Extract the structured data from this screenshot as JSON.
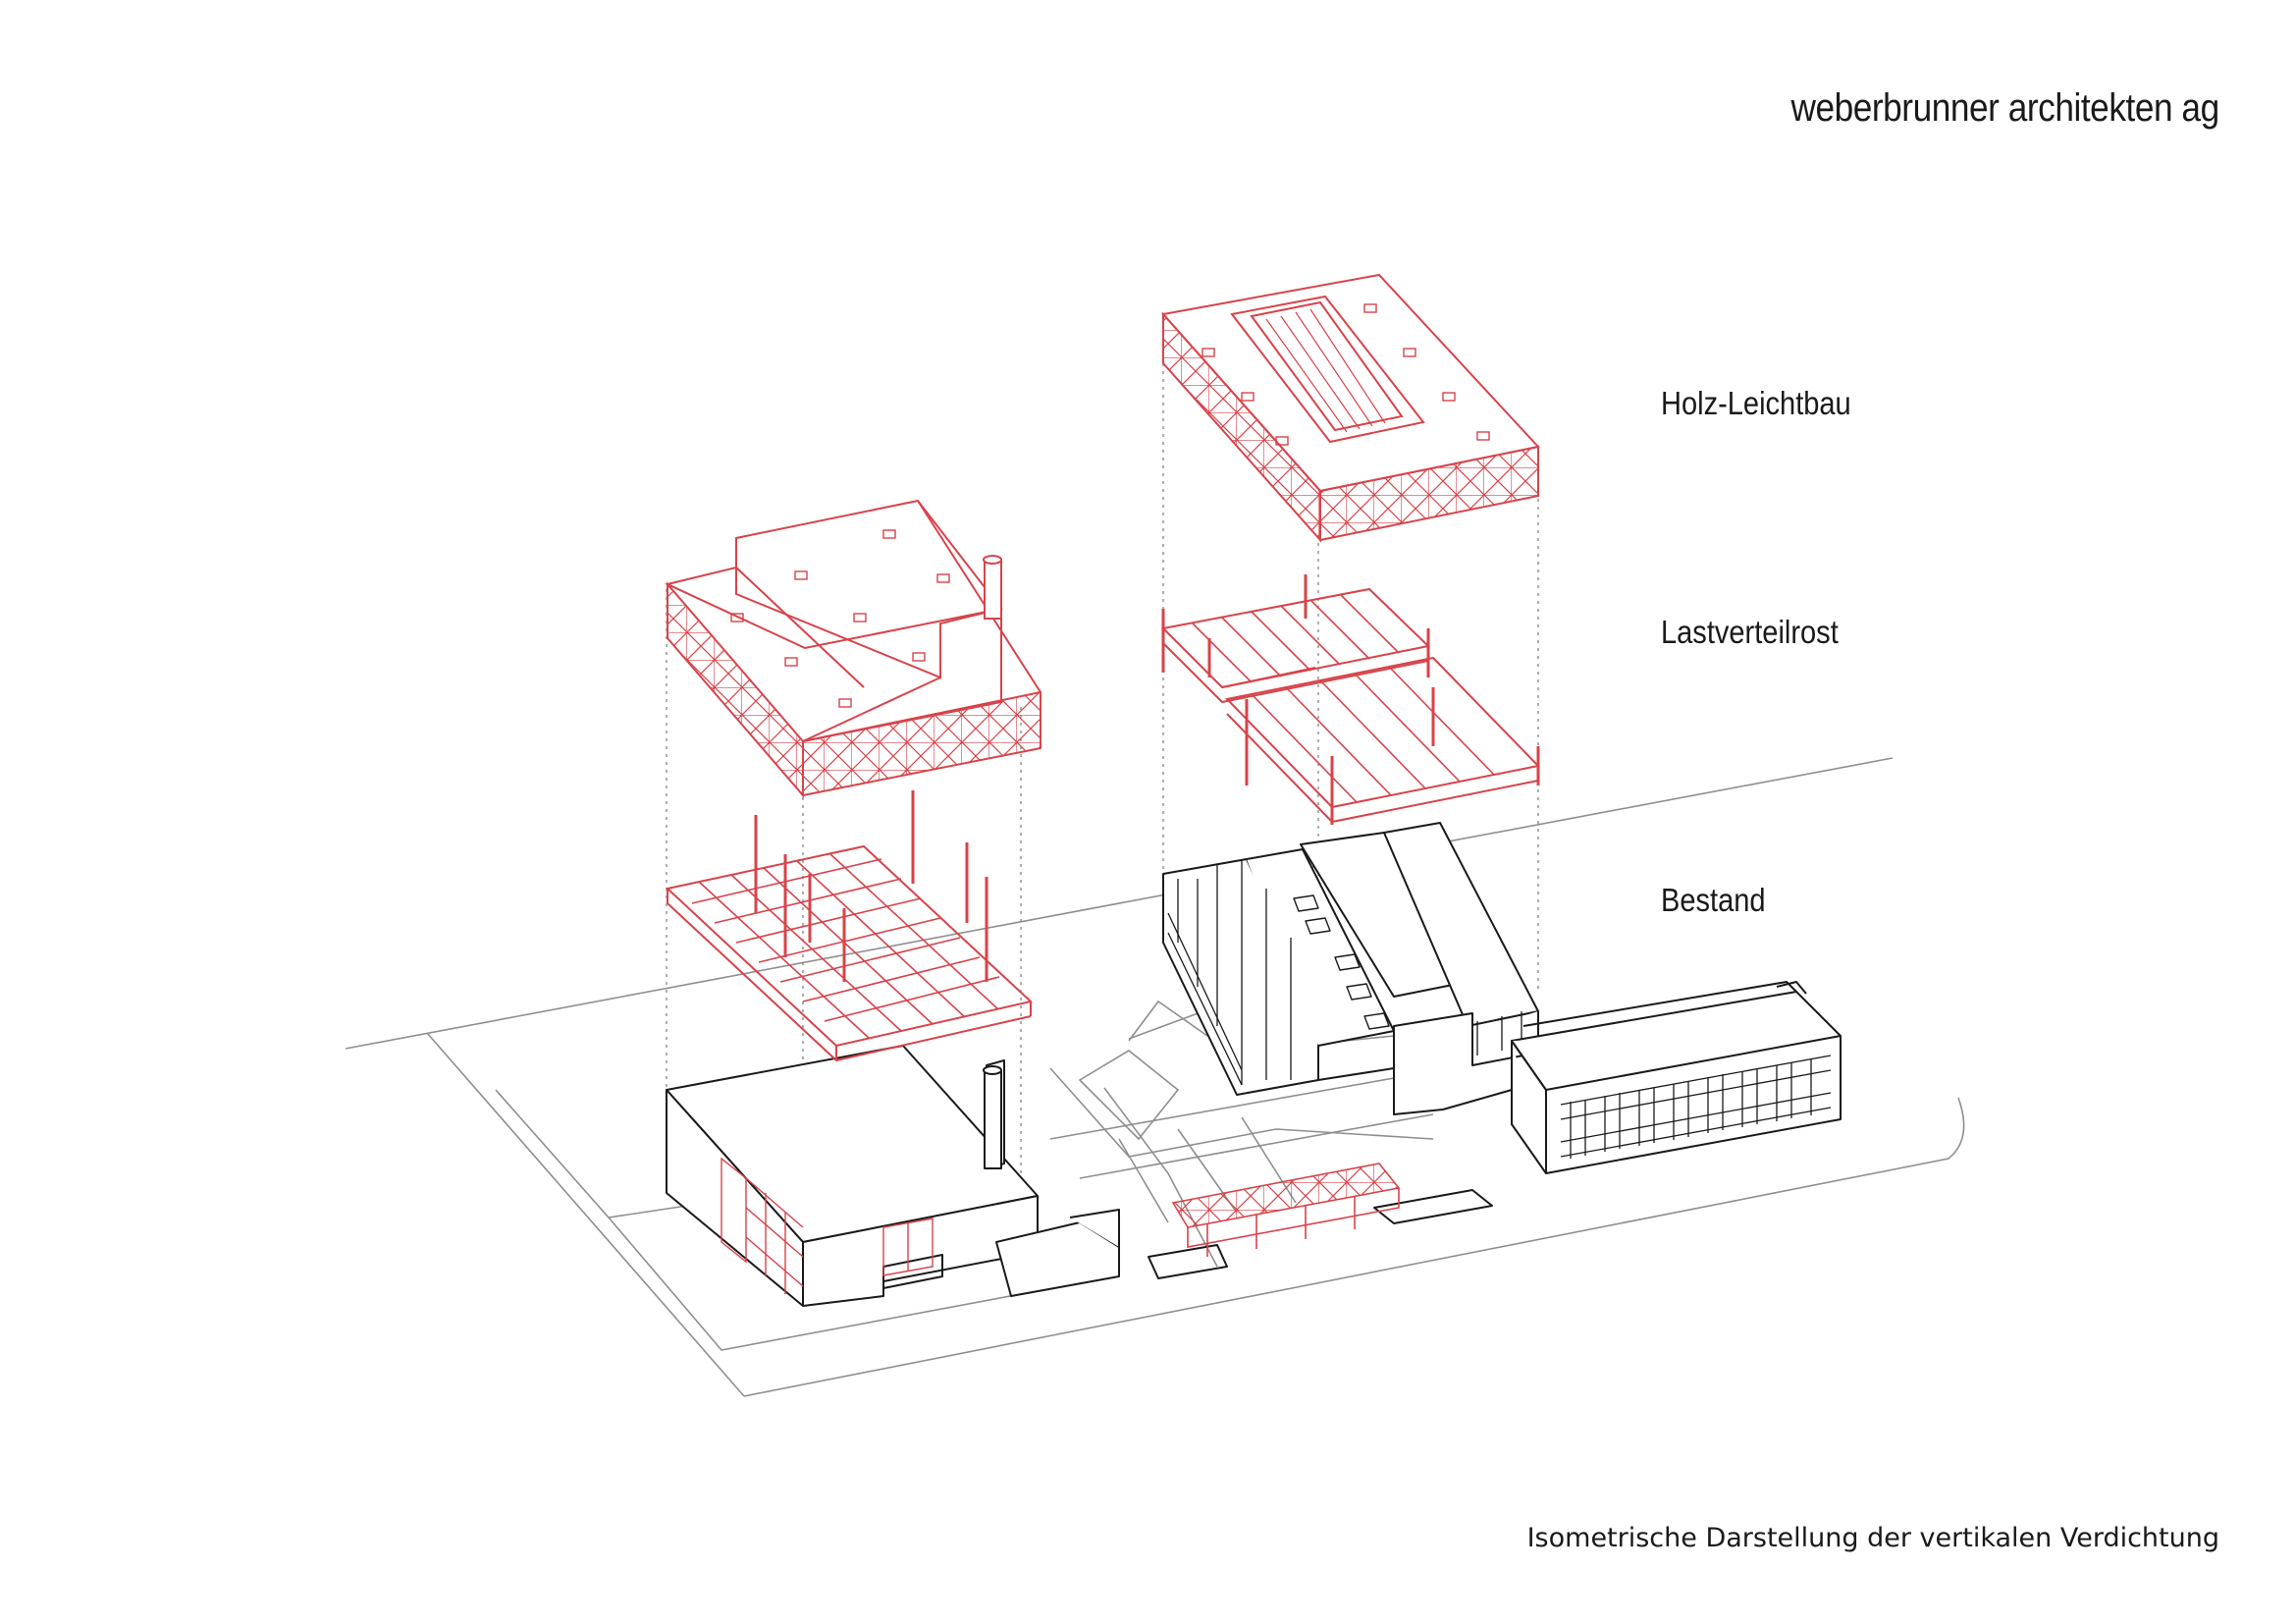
{
  "header": {
    "firm": "weberbrunner architekten ag"
  },
  "labels": {
    "timber_construction": "Holz-Leichtbau",
    "load_distribution_grid": "Lastverteilrost",
    "existing": "Bestand"
  },
  "caption": "Isometrische Darstellung der vertikalen Verdichtung",
  "colors": {
    "new_construction": "#d8434a",
    "existing": "#1a1a1a",
    "site": "#9a9a9a",
    "background": "#ffffff"
  }
}
